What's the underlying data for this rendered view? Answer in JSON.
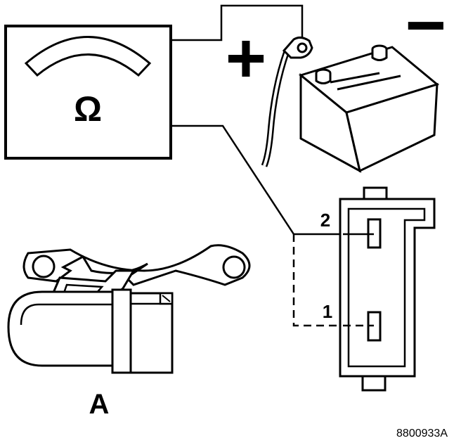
{
  "meter": {
    "symbol": "Ω"
  },
  "battery": {
    "positive": "+",
    "negative": "−"
  },
  "terminals": {
    "one": "1",
    "two": "2"
  },
  "view_label": "A",
  "figure_id": "8800933A"
}
